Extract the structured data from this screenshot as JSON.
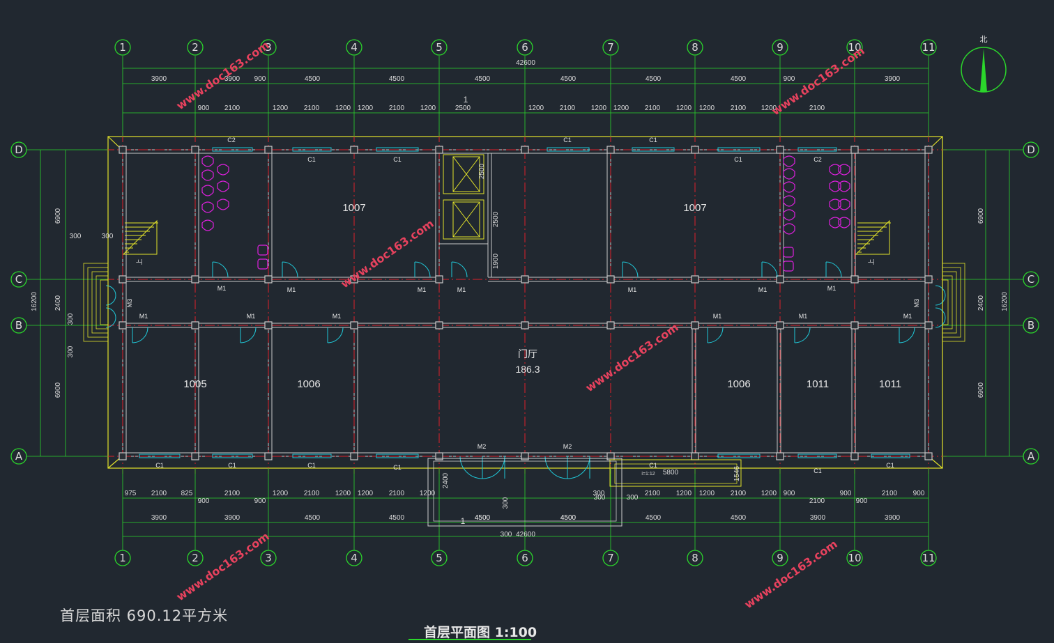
{
  "axes": {
    "columns": [
      "1",
      "2",
      "3",
      "4",
      "5",
      "6",
      "7",
      "8",
      "9",
      "10",
      "11"
    ],
    "top_column_9_10_marks": [
      "9",
      "10"
    ],
    "rows": [
      "D",
      "C",
      "B",
      "A"
    ]
  },
  "north_label": "北",
  "dimensions": {
    "overall": "42600",
    "top_bays": [
      "3900",
      "3900",
      "900",
      "4500",
      "4500",
      "4500",
      "4500",
      "4500",
      "4500",
      "900",
      "3900"
    ],
    "top_openings": [
      "900",
      "2100",
      "1200",
      "2100",
      "1200",
      "1200",
      "2100",
      "1200",
      "2500",
      "1200",
      "2100",
      "1200",
      "1200",
      "2100",
      "1200",
      "1200",
      "2100",
      "1200",
      "2100"
    ],
    "bottom_openings": [
      "975",
      "2100",
      "825",
      "900",
      "2100",
      "900",
      "1200",
      "2100",
      "1200",
      "1200",
      "2100",
      "1200",
      "300",
      "2100",
      "1200",
      "1200",
      "2100",
      "1200",
      "900",
      "2100",
      "900",
      "900",
      "2100",
      "900"
    ],
    "bottom_bays": [
      "3900",
      "3900",
      "4500",
      "4500",
      "4500",
      "4500",
      "4500",
      "4500",
      "3900",
      "3900"
    ],
    "side_total": "16200",
    "side_parts": [
      "6900",
      "2400",
      "6900"
    ],
    "left_misc": [
      "300",
      "300",
      "300",
      "300"
    ],
    "stair_dims": [
      "2500",
      "2500",
      "1900"
    ],
    "ramp_dims": [
      "2400",
      "300",
      "300",
      "300",
      "4500",
      "4500",
      "300"
    ],
    "ramp_note": "i=1:12",
    "ramp_len": "5800",
    "ramp_w": "1546",
    "section_mark": "1"
  },
  "labels": {
    "window_c1": "C1",
    "window_c2": "C2",
    "door_m1": "M1",
    "door_m2": "M2",
    "door_m3": "M3",
    "stair_up": "上"
  },
  "rooms": [
    {
      "id": "room-1007-left",
      "name": "1007"
    },
    {
      "id": "room-1007-right",
      "name": "1007"
    },
    {
      "id": "room-1005",
      "name": "1005"
    },
    {
      "id": "room-1006-left",
      "name": "1006"
    },
    {
      "id": "room-1006-right",
      "name": "1006"
    },
    {
      "id": "room-1011-a",
      "name": "1011"
    },
    {
      "id": "room-1011-b",
      "name": "1011"
    }
  ],
  "lobby": {
    "name": "门厅",
    "area": "186.3"
  },
  "watermark": "www.doc163.com",
  "footer": {
    "area_text": "首层面积  690.12平方米",
    "title_text": "首层平面图 1:100"
  },
  "colors": {
    "background": "#212830",
    "wall": "#c8c8c8",
    "axis_line": "#e0202a",
    "dimension": "#2bd62b",
    "outline": "#e3e32a",
    "window": "#20c8d8",
    "fixture": "#e020e0",
    "watermark": "#e8425e"
  }
}
